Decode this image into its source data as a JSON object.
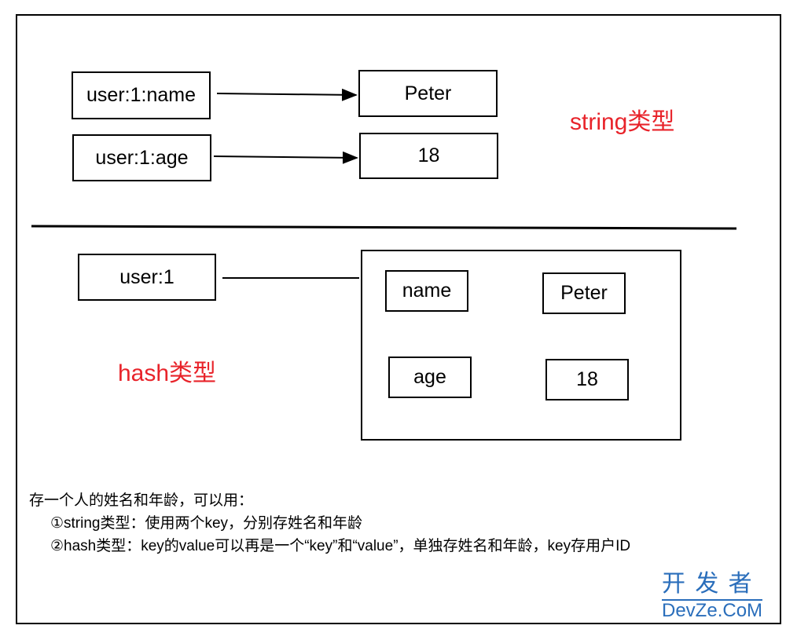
{
  "string_section": {
    "keys": [
      "user:1:name",
      "user:1:age"
    ],
    "values": [
      "Peter",
      "18"
    ],
    "label": "string类型"
  },
  "hash_section": {
    "key": "user:1",
    "fields": [
      "name",
      "age"
    ],
    "values": [
      "Peter",
      "18"
    ],
    "label": "hash类型"
  },
  "notes": {
    "intro": "存一个人的姓名和年龄，可以用：",
    "item1": "①string类型：使用两个key，分别存姓名和年龄",
    "item2": "②hash类型：key的value可以再是一个“key”和“value”，单独存姓名和年龄，key存用户ID"
  },
  "watermark": {
    "top": "开 发 者",
    "bottom": "DevZe.CoM"
  },
  "colors": {
    "label": "#e8232a",
    "watermark": "#2a6ebb"
  }
}
